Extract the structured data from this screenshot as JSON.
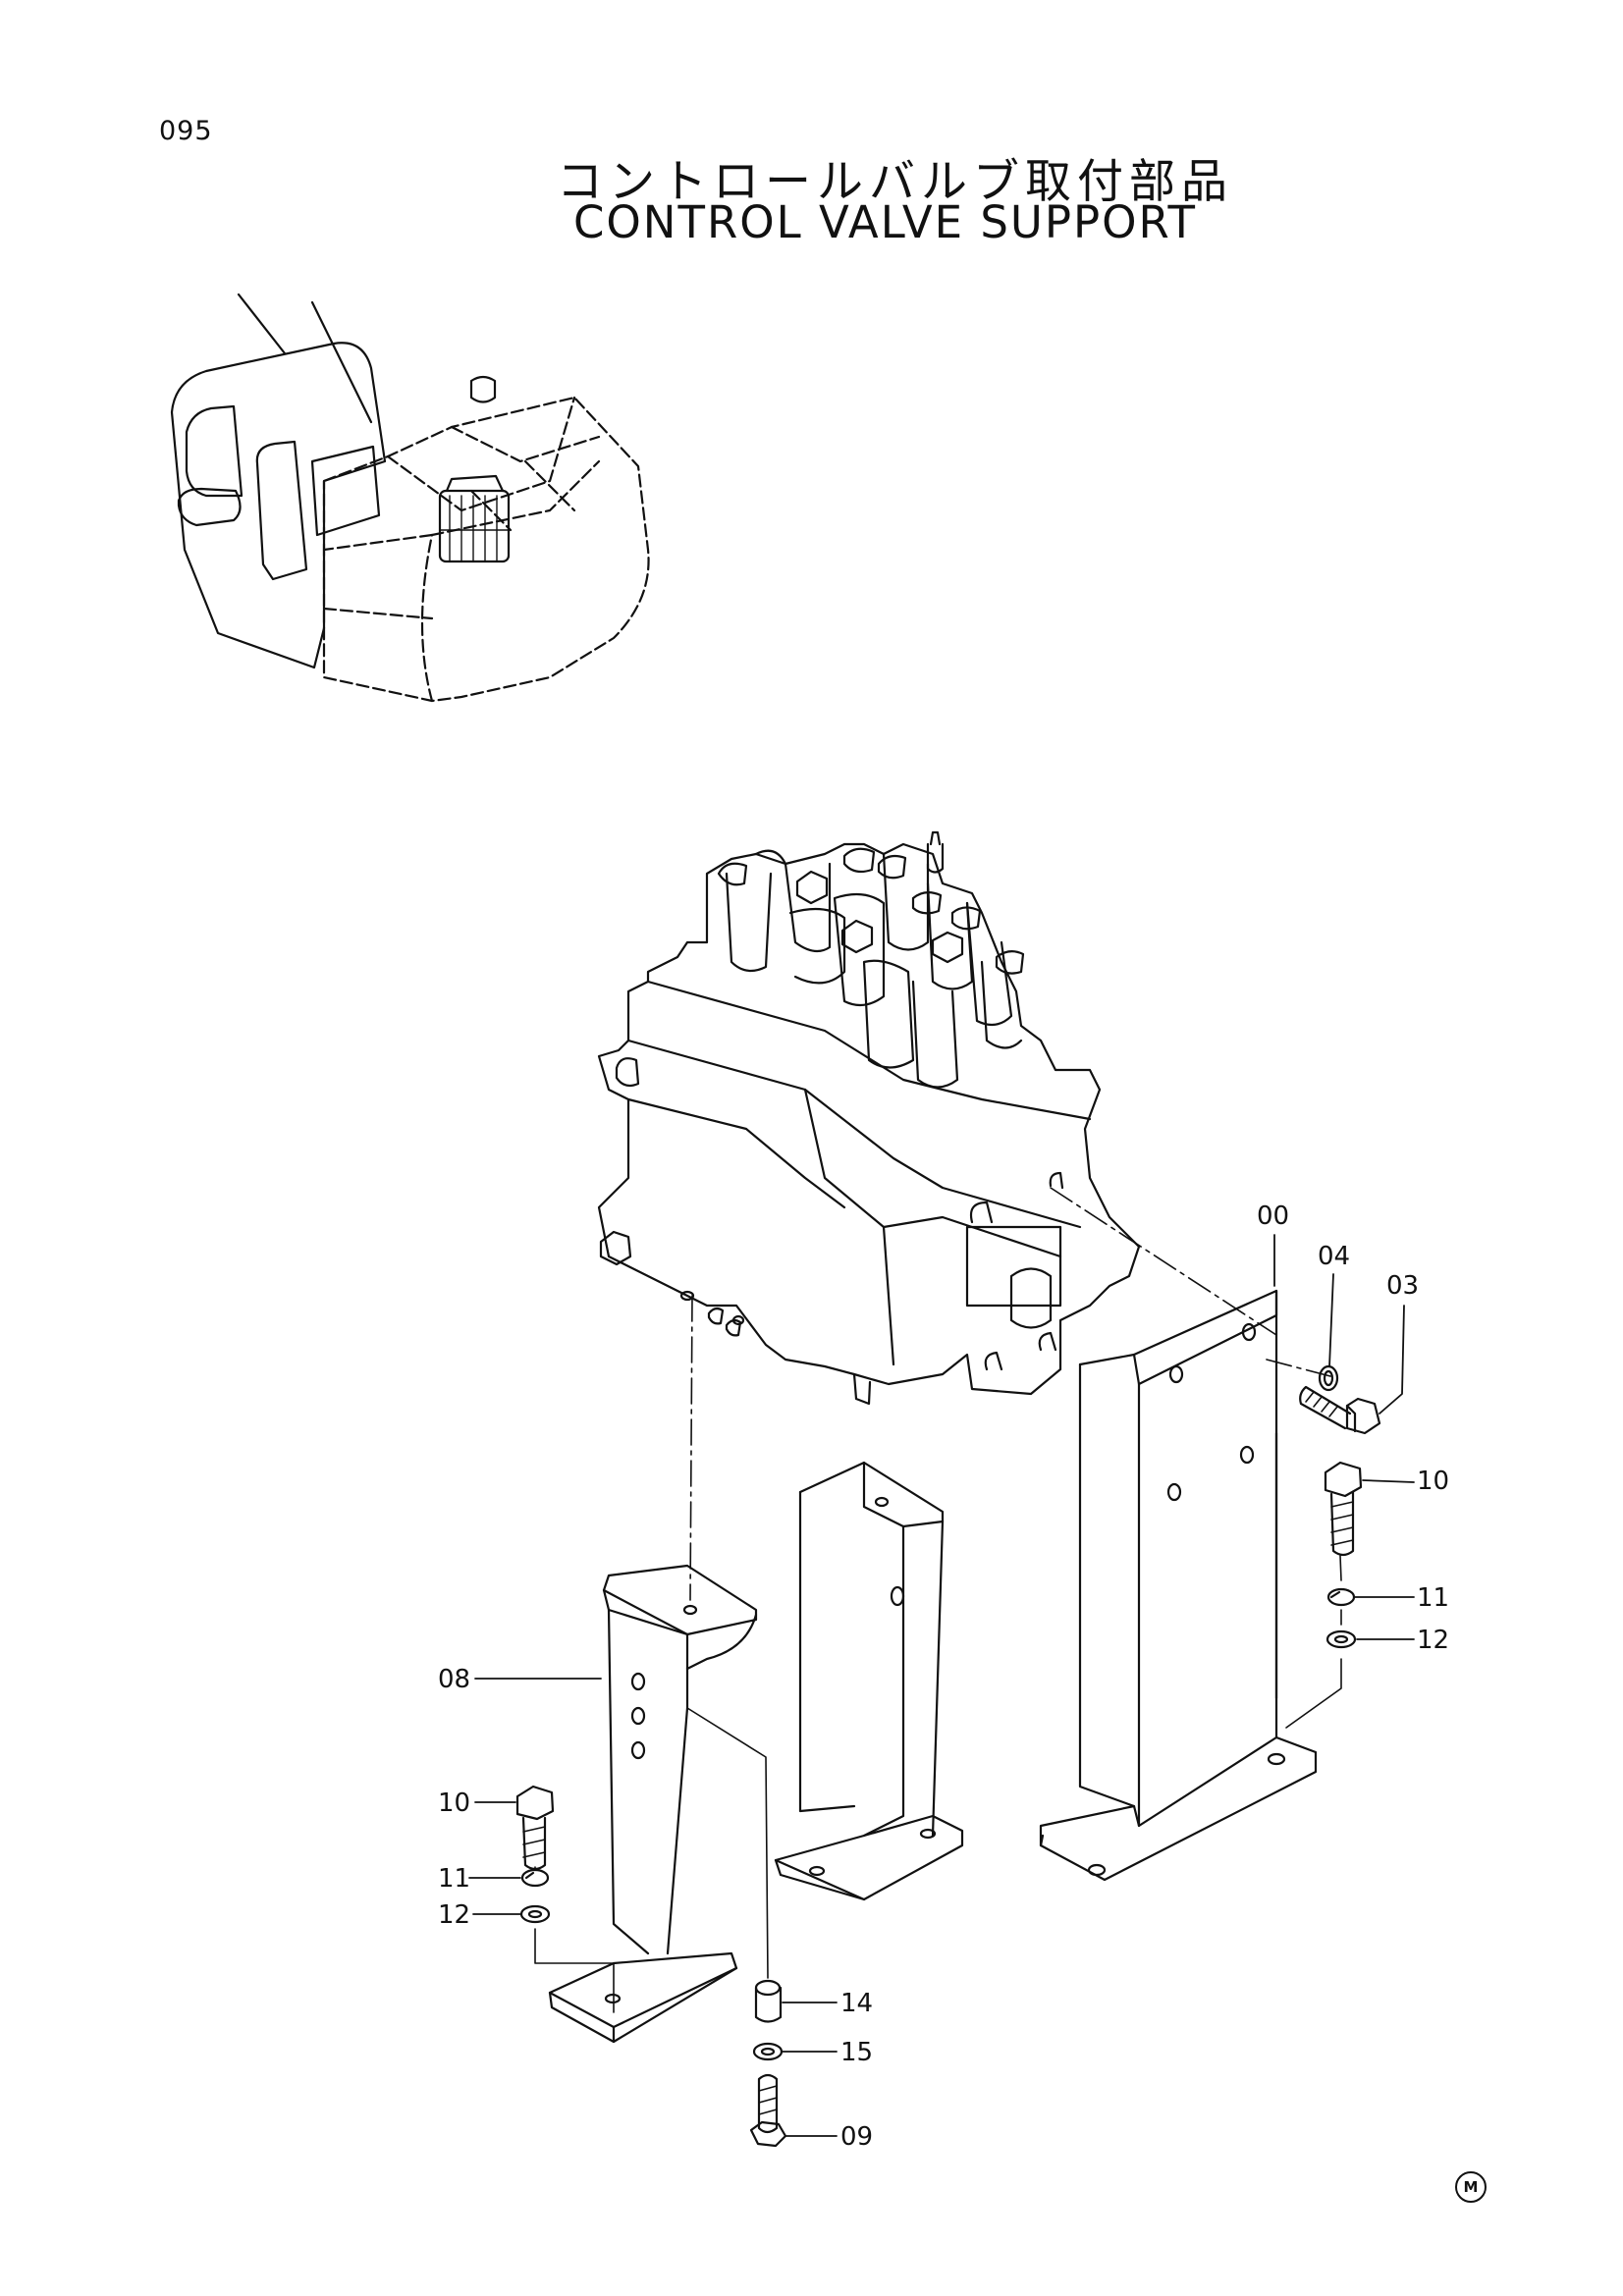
{
  "page_number": "095",
  "title_ja": "コントロールバルブ取付部品",
  "title_en": "CONTROL VALVE SUPPORT",
  "mark": "M",
  "callouts": {
    "c00": "00",
    "c04": "04",
    "c03": "03",
    "c10a": "10",
    "c11a": "11",
    "c12a": "12",
    "c08": "08",
    "c10b": "10",
    "c11b": "11",
    "c12b": "12",
    "c14": "14",
    "c15": "15",
    "c09": "09"
  }
}
